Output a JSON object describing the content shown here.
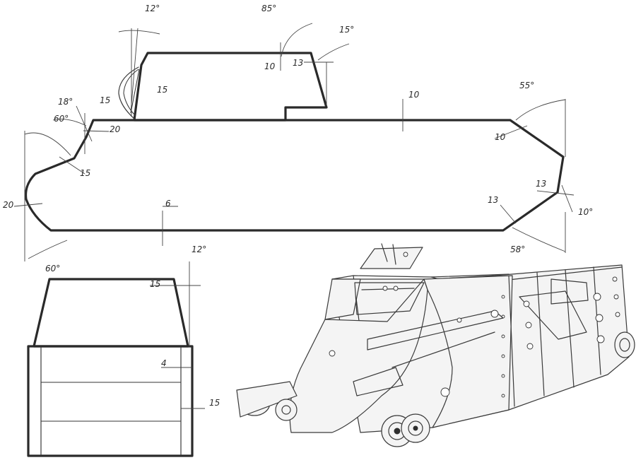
{
  "labels": {
    "turret_front_angle": "12°",
    "turret_rear_angle": "85°",
    "turret_rear_slope_angle": "15°",
    "turret_rear_thickness_a": "10",
    "turret_rear_thickness_b": "13",
    "mantlet_thickness_a": "15",
    "mantlet_thickness_b": "15",
    "roof_thickness": "10",
    "rear_upper_angle": "55°",
    "rear_upper_thickness": "10",
    "rear_mid_thickness": "13",
    "rear_mid_angle": "10°",
    "rear_lower_thickness": "13",
    "rear_lower_angle": "58°",
    "front_glacis_angle_a": "18°",
    "front_glacis_angle_b": "60°",
    "front_top_thickness": "20",
    "front_glacis_thickness": "15",
    "nose_thickness": "20",
    "belly_thickness": "6",
    "front_lower_angle": "60°",
    "turret_side_angle": "12°",
    "turret_side_thickness": "15",
    "hull_side_inner_thickness": "4",
    "hull_side_outer_thickness": "15"
  }
}
